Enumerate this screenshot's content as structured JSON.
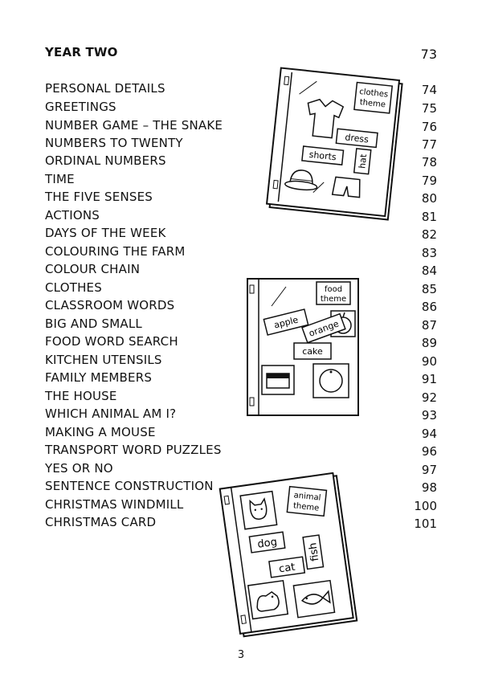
{
  "section": {
    "title": "YEAR TWO",
    "page": "73"
  },
  "entries": [
    {
      "title": "PERSONAL DETAILS",
      "page": "74"
    },
    {
      "title": "GREETINGS",
      "page": "75"
    },
    {
      "title": "NUMBER GAME – THE SNAKE",
      "page": "76"
    },
    {
      "title": "NUMBERS TO TWENTY",
      "page": "77"
    },
    {
      "title": "ORDINAL NUMBERS",
      "page": "78"
    },
    {
      "title": "TIME",
      "page": "79"
    },
    {
      "title": "THE FIVE SENSES",
      "page": "80"
    },
    {
      "title": "ACTIONS",
      "page": "81"
    },
    {
      "title": "DAYS OF THE WEEK",
      "page": "82"
    },
    {
      "title": "COLOURING THE FARM",
      "page": "83"
    },
    {
      "title": "COLOUR CHAIN",
      "page": "84"
    },
    {
      "title": "CLOTHES",
      "page": "85"
    },
    {
      "title": "CLASSROOM WORDS",
      "page": "86"
    },
    {
      "title": "BIG AND SMALL",
      "page": "87"
    },
    {
      "title": "FOOD WORD SEARCH",
      "page": "89"
    },
    {
      "title": "KITCHEN UTENSILS",
      "page": "90"
    },
    {
      "title": "FAMILY MEMBERS",
      "page": "91"
    },
    {
      "title": "THE HOUSE",
      "page": "92"
    },
    {
      "title": "WHICH ANIMAL AM I?",
      "page": "93"
    },
    {
      "title": "MAKING A MOUSE",
      "page": "94"
    },
    {
      "title": "TRANSPORT WORD PUZZLES",
      "page": "96"
    },
    {
      "title": "YES OR NO",
      "page": "97"
    },
    {
      "title": "SENTENCE CONSTRUCTION",
      "page": "98"
    },
    {
      "title": "CHRISTMAS WINDMILL",
      "page": "100"
    },
    {
      "title": "CHRISTMAS CARD",
      "page": "101"
    }
  ],
  "folders": {
    "clothes": {
      "theme": [
        "clothes",
        "theme"
      ],
      "words": [
        "dress",
        "shorts",
        "hat"
      ]
    },
    "food": {
      "theme": [
        "food",
        "theme"
      ],
      "words": [
        "apple",
        "orange",
        "cake"
      ]
    },
    "animal": {
      "theme": [
        "animal",
        "theme"
      ],
      "words": [
        "dog",
        "cat",
        "fish"
      ]
    }
  },
  "footer": {
    "page_number": "3"
  }
}
